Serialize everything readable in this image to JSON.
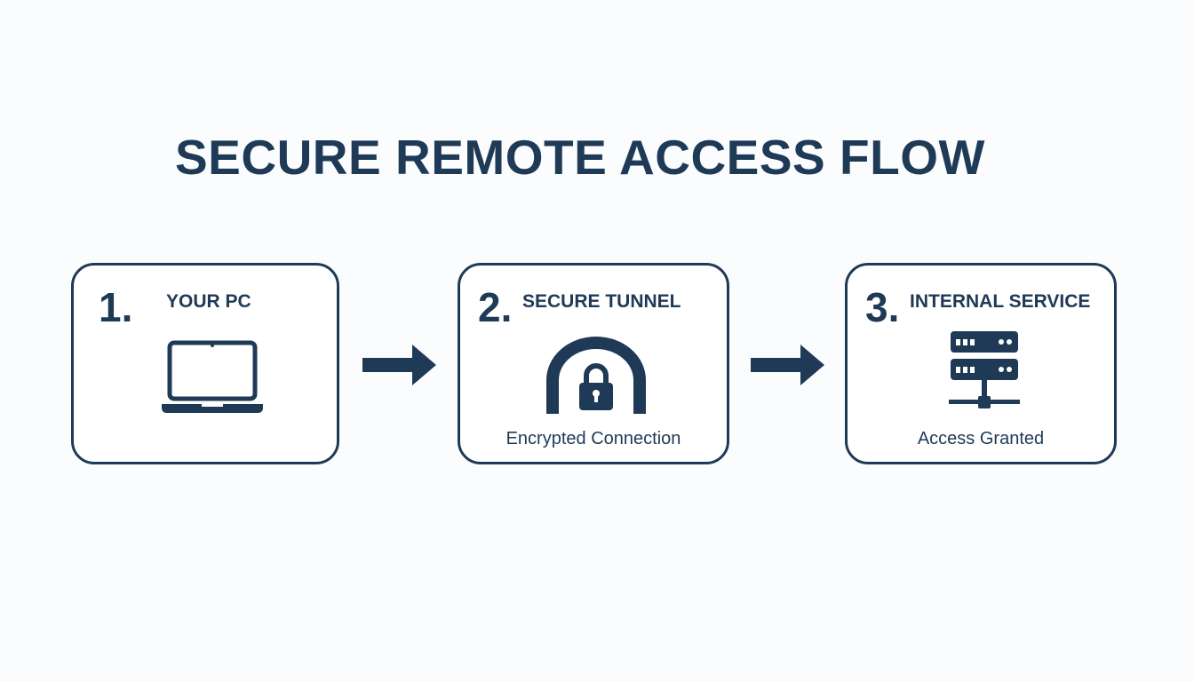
{
  "title": "SECURE REMOTE ACCESS FLOW",
  "colors": {
    "primary": "#1f3a56",
    "background": "#fbfcfd",
    "card_fill": "#ffffff"
  },
  "steps": [
    {
      "number": "1.",
      "label": "YOUR PC",
      "icon": "laptop-icon",
      "caption": ""
    },
    {
      "number": "2.",
      "label": "SECURE TUNNEL",
      "icon": "lock-tunnel-icon",
      "caption": "Encrypted Connection"
    },
    {
      "number": "3.",
      "label": "INTERNAL SERVICE",
      "icon": "server-icon",
      "caption": "Access Granted"
    }
  ]
}
